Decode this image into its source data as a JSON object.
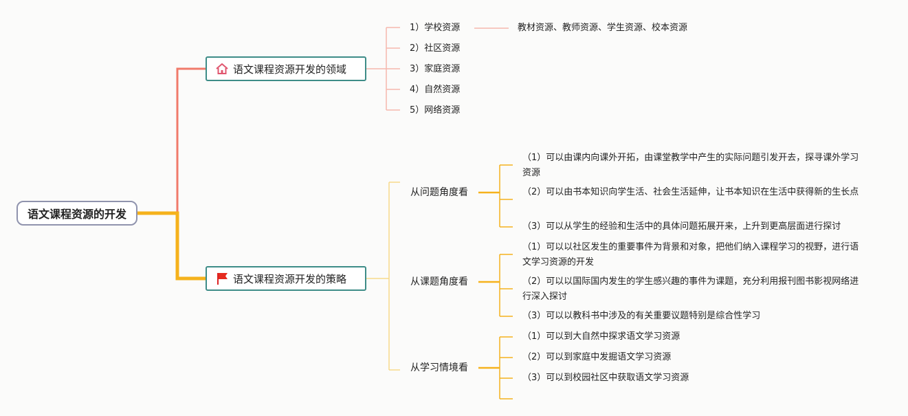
{
  "root": {
    "label": "语文课程资源的开发"
  },
  "branches": [
    {
      "label": "语文课程资源开发的领域",
      "icon": "home-icon",
      "color": "#f07a6a",
      "items": [
        {
          "label": "1）学校资源",
          "detail": "教材资源、教师资源、学生资源、校本资源"
        },
        {
          "label": "2）社区资源"
        },
        {
          "label": "3）家庭资源"
        },
        {
          "label": "4）自然资源"
        },
        {
          "label": "5）网络资源"
        }
      ]
    },
    {
      "label": "语文课程资源开发的策略",
      "icon": "flag-icon",
      "color": "#f5b21c",
      "groups": [
        {
          "label": "从问题角度看",
          "items": [
            "（1）可以由课内向课外开拓，由课堂教学中产生的实际问题引发开去，探寻课外学习资源",
            "（2）可以由书本知识向学生活、社会生活延伸，让书本知识在生活中获得新的生长点",
            "（3）可以从学生的经验和生活中的具体问题拓展开来，上升到更高层面进行探讨"
          ]
        },
        {
          "label": "从课题角度看",
          "items": [
            "（1）可以以社区发生的重要事件为背景和对象，把他们纳入课程学习的视野，进行语文学习资源的开发",
            "（2）可以以国际国内发生的学生感兴趣的事件为课题，充分利用报刊图书影视网络进行深入探讨",
            "（3）可以以教科书中涉及的有关重要议题特别是综合性学习"
          ]
        },
        {
          "label": "从学习情境看",
          "items": [
            "（1）可以到大自然中探求语文学习资源",
            "（2）可以到家庭中发掘语文学习资源",
            "（3）可以到校园社区中获取语文学习资源"
          ]
        }
      ]
    }
  ],
  "colors": {
    "root_border": "#8f93ad",
    "branch_border": "#3d8c87",
    "line1": "#f07a6a",
    "line1_light": "#f6b8ad",
    "line2": "#f5b21c",
    "line2_light": "#f7d98a"
  }
}
